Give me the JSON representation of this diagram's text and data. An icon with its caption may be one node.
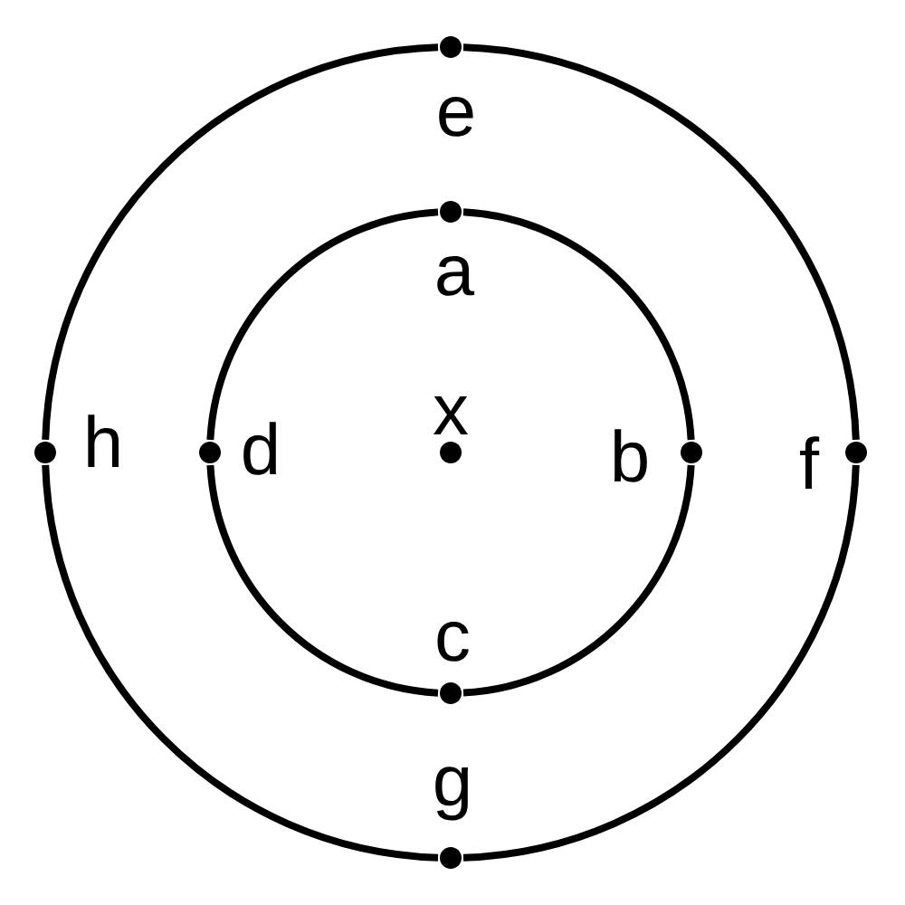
{
  "diagram": {
    "nodes": [
      {
        "text": [
          "e"
        ]
      },
      {
        "text": [
          "a"
        ]
      },
      {
        "text": [
          "h"
        ]
      },
      {
        "text": [
          "d"
        ]
      },
      {
        "text": [
          "x"
        ]
      },
      {
        "text": [
          "b"
        ]
      },
      {
        "text": [
          "f"
        ]
      },
      {
        "text": [
          "c"
        ]
      },
      {
        "text": [
          "g"
        ]
      }
    ],
    "edges": [
      {
        "from": 1,
        "to": 5,
        "arrow": "none"
      },
      {
        "from": 5,
        "to": 7,
        "arrow": "none"
      },
      {
        "from": 7,
        "to": 3,
        "arrow": "none"
      },
      {
        "from": 3,
        "to": 1,
        "arrow": "none"
      },
      {
        "from": 0,
        "to": 6,
        "arrow": "none"
      },
      {
        "from": 6,
        "to": 8,
        "arrow": "none"
      },
      {
        "from": 8,
        "to": 2,
        "arrow": "none"
      },
      {
        "from": 2,
        "to": 0,
        "arrow": "none"
      }
    ]
  }
}
